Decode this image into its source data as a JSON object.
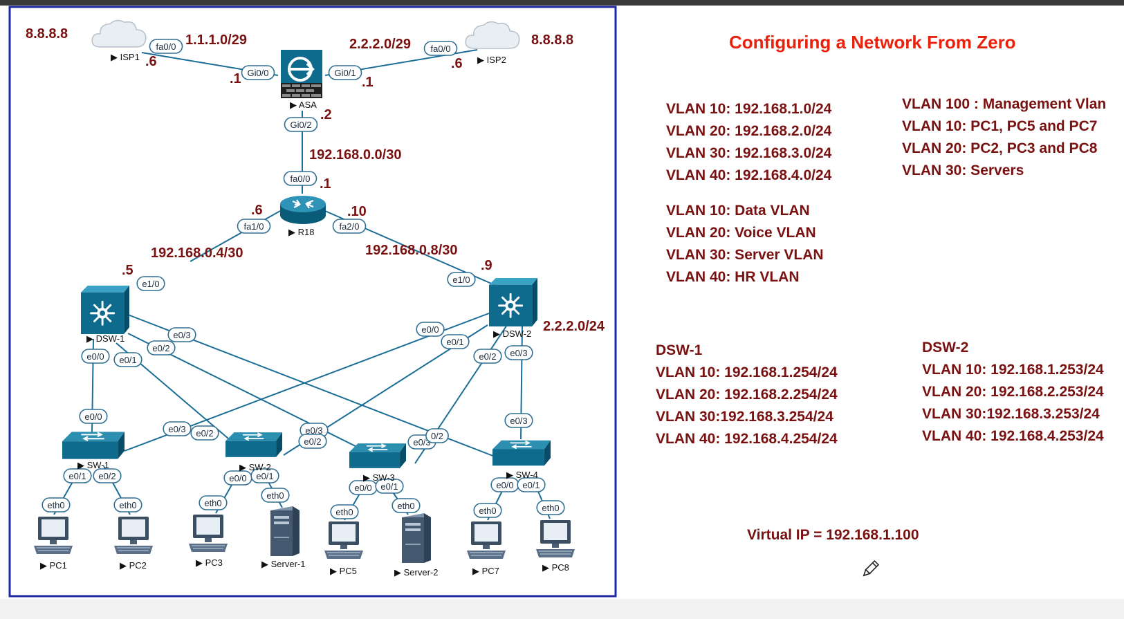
{
  "title": "Configuring a Network From Zero",
  "colors": {
    "title": "#e8230d",
    "text": "#7a1111",
    "frame": "#1f2aa3",
    "device": "#0f6b8e"
  },
  "subnets": {
    "isp1_dns": "8.8.8.8",
    "isp2_dns": "8.8.8.8",
    "isp1_link": "1.1.1.0/29",
    "isp2_link": "2.2.2.0/29",
    "asa_r18": "192.168.0.0/30",
    "r18_dsw1": "192.168.0.4/30",
    "r18_dsw2": "192.168.0.8/30",
    "dsw2_ext": "2.2.2.0/24"
  },
  "hosts": {
    "isp1_6": ".6",
    "asa_1a": ".1",
    "asa_1b": ".1",
    "isp2_6": ".6",
    "asa_2": ".2",
    "r18_1": ".1",
    "r18_6": ".6",
    "r18_10": ".10",
    "dsw1_5": ".5",
    "dsw2_9": ".9"
  },
  "devices": {
    "isp1": "ISP1",
    "isp2": "ISP2",
    "asa": "ASA",
    "r18": "R18",
    "dsw1": "DSW-1",
    "dsw2": "DSW-2",
    "sw1": "SW-1",
    "sw2": "SW-2",
    "sw3": "SW-3",
    "sw4": "SW-4",
    "pc1": "PC1",
    "pc2": "PC2",
    "pc3": "PC3",
    "server1": "Server-1",
    "pc5": "PC5",
    "server2": "Server-2",
    "pc7": "PC7",
    "pc8": "PC8"
  },
  "ports": {
    "isp1_fa00": "fa0/0",
    "asa_gi00": "Gi0/0",
    "asa_gi01": "Gi0/1",
    "isp2_fa00": "fa0/0",
    "asa_gi02": "Gi0/2",
    "r18_fa00": "fa0/0",
    "r18_fa10": "fa1/0",
    "r18_fa20": "fa2/0",
    "dsw1_e10": "e1/0",
    "dsw2_e10": "e1/0",
    "dsw1_e00": "e0/0",
    "dsw1_e01": "e0/1",
    "dsw1_e02": "e0/2",
    "dsw1_e03": "e0/3",
    "dsw2_e00": "e0/0",
    "dsw2_e01": "e0/1",
    "dsw2_e02": "e0/2",
    "dsw2_e03": "e0/3",
    "sw1_e00": "e0/0",
    "sw1_e03": "e0/3",
    "sw1_e01": "e0/1",
    "sw1_e02": "e0/2",
    "sw2_e02": "e0/2",
    "sw2_e03": "e0/3",
    "sw2_e00": "e0/0",
    "sw2_e01": "e0/1",
    "sw3_e02": "e0/2",
    "sw3_e03": "e0/3",
    "sw3_e00": "e0/0",
    "sw3_e01": "e0/1",
    "sw4_e02": "0/2",
    "sw4_e03": "e0/3",
    "sw4_e00": "e0/0",
    "sw4_e01": "e0/1",
    "pc1_eth": "eth0",
    "pc2_eth": "eth0",
    "pc3_eth": "eth0",
    "server1_eth": "eth0",
    "pc5_eth": "eth0",
    "server2_eth": "eth0",
    "pc7_eth": "eth0",
    "pc8_eth": "eth0"
  },
  "vlan_subnets": [
    "VLAN 10: 192.168.1.0/24",
    "VLAN 20: 192.168.2.0/24",
    "VLAN 30: 192.168.3.0/24",
    "VLAN 40: 192.168.4.0/24"
  ],
  "vlan_assign": [
    "VLAN 100 : Management Vlan",
    "VLAN 10: PC1, PC5 and PC7",
    "VLAN 20: PC2, PC3 and PC8",
    "VLAN 30: Servers"
  ],
  "vlan_names": [
    "VLAN 10: Data VLAN",
    "VLAN 20: Voice VLAN",
    "VLAN 30: Server VLAN",
    "VLAN 40: HR VLAN"
  ],
  "dsw1": {
    "title": "DSW-1",
    "lines": [
      "VLAN 10: 192.168.1.254/24",
      "VLAN 20: 192.168.2.254/24",
      "VLAN 30:192.168.3.254/24",
      "VLAN 40: 192.168.4.254/24"
    ]
  },
  "dsw2": {
    "title": "DSW-2",
    "lines": [
      "VLAN 10: 192.168.1.253/24",
      "VLAN 20: 192.168.2.253/24",
      "VLAN 30:192.168.3.253/24",
      "VLAN 40: 192.168.4.253/24"
    ]
  },
  "virtual_ip": "Virtual IP = 192.168.1.100",
  "icons": [
    "cloud-icon",
    "firewall-icon",
    "router-icon",
    "multilayer-switch-icon",
    "switch-icon",
    "pc-icon",
    "server-icon",
    "edit-cursor-icon"
  ]
}
